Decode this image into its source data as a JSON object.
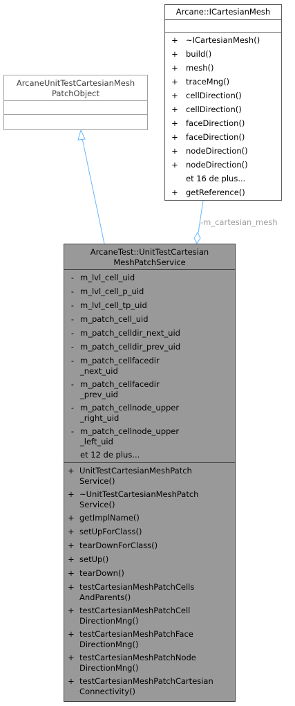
{
  "parent_class": {
    "title": [
      "ArcaneUnitTestCartesianMesh",
      "PatchObject"
    ]
  },
  "interface_class": {
    "title": "Arcane::ICartesianMesh",
    "methods": [
      {
        "vis": "+",
        "name": "~ICartesianMesh()"
      },
      {
        "vis": "+",
        "name": "build()"
      },
      {
        "vis": "+",
        "name": "mesh()"
      },
      {
        "vis": "+",
        "name": "traceMng()"
      },
      {
        "vis": "+",
        "name": "cellDirection()"
      },
      {
        "vis": "+",
        "name": "cellDirection()"
      },
      {
        "vis": "+",
        "name": "faceDirection()"
      },
      {
        "vis": "+",
        "name": "faceDirection()"
      },
      {
        "vis": "+",
        "name": "nodeDirection()"
      },
      {
        "vis": "+",
        "name": "nodeDirection()"
      },
      {
        "vis": "",
        "name": "et 16 de plus..."
      },
      {
        "vis": "+",
        "name": "getReference()"
      }
    ]
  },
  "main_class": {
    "title": [
      "ArcaneTest::UnitTestCartesian",
      "MeshPatchService"
    ],
    "attributes": [
      {
        "vis": "-",
        "lines": [
          "m_lvl_cell_uid"
        ]
      },
      {
        "vis": "-",
        "lines": [
          "m_lvl_cell_p_uid"
        ]
      },
      {
        "vis": "-",
        "lines": [
          "m_lvl_cell_tp_uid"
        ]
      },
      {
        "vis": "-",
        "lines": [
          "m_patch_cell_uid"
        ]
      },
      {
        "vis": "-",
        "lines": [
          "m_patch_celldir_next_uid"
        ]
      },
      {
        "vis": "-",
        "lines": [
          "m_patch_celldir_prev_uid"
        ]
      },
      {
        "vis": "-",
        "lines": [
          "m_patch_cellfacedir",
          "_next_uid"
        ]
      },
      {
        "vis": "-",
        "lines": [
          "m_patch_cellfacedir",
          "_prev_uid"
        ]
      },
      {
        "vis": "-",
        "lines": [
          "m_patch_cellnode_upper",
          "_right_uid"
        ]
      },
      {
        "vis": "-",
        "lines": [
          "m_patch_cellnode_upper",
          "_left_uid"
        ]
      },
      {
        "vis": "",
        "lines": [
          "et 12 de plus..."
        ]
      }
    ],
    "methods": [
      {
        "vis": "+",
        "lines": [
          "UnitTestCartesianMeshPatch",
          "Service()"
        ]
      },
      {
        "vis": "+",
        "lines": [
          "~UnitTestCartesianMeshPatch",
          "Service()"
        ]
      },
      {
        "vis": "+",
        "lines": [
          "getImplName()"
        ]
      },
      {
        "vis": "+",
        "lines": [
          "setUpForClass()"
        ]
      },
      {
        "vis": "+",
        "lines": [
          "tearDownForClass()"
        ]
      },
      {
        "vis": "+",
        "lines": [
          "setUp()"
        ]
      },
      {
        "vis": "+",
        "lines": [
          "tearDown()"
        ]
      },
      {
        "vis": "+",
        "lines": [
          "testCartesianMeshPatchCells",
          "AndParents()"
        ]
      },
      {
        "vis": "+",
        "lines": [
          "testCartesianMeshPatchCell",
          "DirectionMng()"
        ]
      },
      {
        "vis": "+",
        "lines": [
          "testCartesianMeshPatchFace",
          "DirectionMng()"
        ]
      },
      {
        "vis": "+",
        "lines": [
          "testCartesianMeshPatchNode",
          "DirectionMng()"
        ]
      },
      {
        "vis": "+",
        "lines": [
          "testCartesianMeshPatchCartesian",
          "Connectivity()"
        ]
      }
    ]
  },
  "association": {
    "label": "-m_cartesian_mesh"
  },
  "colors": {
    "edge": "#63b8ff",
    "main_fill": "#999999",
    "parent_border": "#a0a0a0",
    "label": "#a0a0a0"
  }
}
